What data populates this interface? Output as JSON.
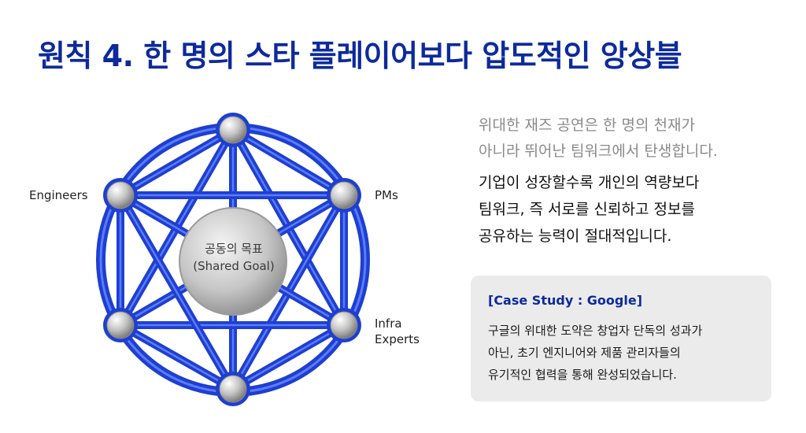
{
  "title": "원칙 4. 한 명의 스타 플레이어보다 압도적인 앙상블",
  "diagram": {
    "center": {
      "line1": "공동의 목표",
      "line2": "(Shared Goal)"
    },
    "labels": {
      "engineers": "Engineers",
      "pms": "PMs",
      "infra_line1": "Infra",
      "infra_line2": "Experts"
    },
    "colors": {
      "link": "#1e3fcf",
      "link_light": "#5a7cff",
      "node": "#c8c8c8"
    }
  },
  "intro": {
    "line1": "위대한 재즈 공연은 한 명의 천재가",
    "line2": "아니라 뛰어난 팀워크에서 탄생합니다."
  },
  "main": {
    "line1": "기업이 성장할수록 개인의 역량보다",
    "line2": "팀워크, 즉 서로를 신뢰하고 정보를",
    "line3": "공유하는 능력이 절대적입니다."
  },
  "case_study": {
    "title": "[Case Study : Google]",
    "line1": "구글의 위대한 도약은 창업자 단독의 성과가",
    "line2": "아닌, 초기 엔지니어와 제품 관리자들의",
    "line3": "유기적인 협력을 통해 완성되었습니다."
  }
}
